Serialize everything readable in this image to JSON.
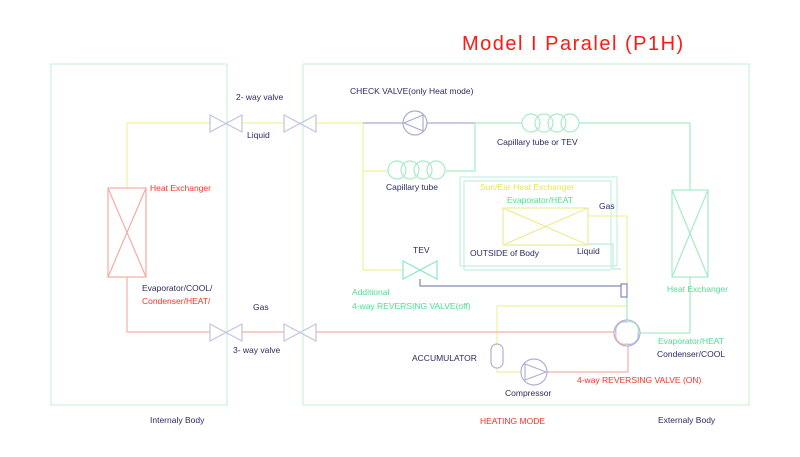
{
  "diagram": {
    "title": "Model I Paralel (P1H)",
    "mode": "HEATING MODE",
    "internal_unit": {
      "caption": "Internaly Body",
      "heat_exchanger_label": "Heat Exchanger",
      "role_cool": "Evaporator/COOL/",
      "role_heat": "Condenser/HEAT/",
      "liquid_port": "Liquid",
      "gas_port": "Gas",
      "two_way_valve": "2- way valve",
      "three_way_valve": "3- way valve"
    },
    "external_unit": {
      "caption": "Externaly Body",
      "heat_exchanger_label": "Heat Exchanger",
      "role_heat": "Evaporator/HEAT",
      "role_cool": "Condenser/COOL",
      "check_valve": "CHECK VALVE(only Heat mode)",
      "capillary_tube": "Capillary tube",
      "capillary_tube_or_tev": "Capillary tube or TEV",
      "tev": "TEV",
      "additional_line1": "Additional",
      "additional_line2": "4-way REVERSING VALVE(off)",
      "accumulator": "ACCUMULATOR",
      "compressor": "Compressor",
      "reversing_valve_on": "4-way REVERSING VALVE (ON)"
    },
    "sun_ear": {
      "title": "Sun/Ear Heat Exchanger",
      "role": "Evaporator/HEAT",
      "caption": "OUTSIDE of Body",
      "gas_port": "Gas",
      "liquid_port": "Liquid"
    },
    "symbols": [
      "2-way-valve",
      "3-way-valve",
      "service-valve",
      "check-valve",
      "capillary-coil",
      "tev-valve",
      "filter-drier",
      "accumulator",
      "compressor",
      "4-way-reversing-valve",
      "heat-exchanger"
    ],
    "colors": {
      "title_red": "#fb1a14",
      "label_red": "#fb3228",
      "label_green": "#4cdf92",
      "label_yellow": "#e9e93e",
      "label_navy": "#2b2b63",
      "pipe_liquid_yellow": "#f1f1a0",
      "pipe_hot_salmon": "#f3afa8",
      "pipe_mint_green": "#a8eac6",
      "pipe_teal": "#b7eedd",
      "pipe_navy": "#8189b4",
      "valve_lavender": "#c2c5e0",
      "unit_box_green": "#ccf2d8"
    }
  }
}
